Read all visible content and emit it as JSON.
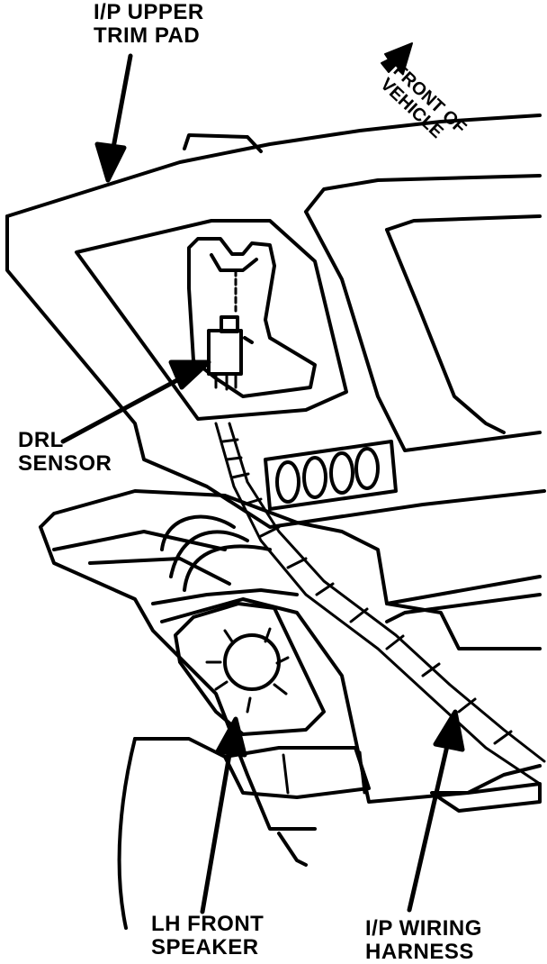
{
  "colors": {
    "ink": "#000000",
    "paper": "#ffffff"
  },
  "labels": {
    "ip_upper_trim_pad": {
      "line1": "I/P UPPER",
      "line2": "TRIM PAD"
    },
    "front_of_vehicle": {
      "line1": "FRONT OF",
      "line2": "VEHICLE"
    },
    "drl_sensor": {
      "line1": "DRL",
      "line2": "SENSOR"
    },
    "lh_front_speaker": {
      "line1": "LH FRONT",
      "line2": "SPEAKER"
    },
    "ip_wiring_harness": {
      "line1": "I/P WIRING",
      "line2": "HARNESS"
    }
  }
}
